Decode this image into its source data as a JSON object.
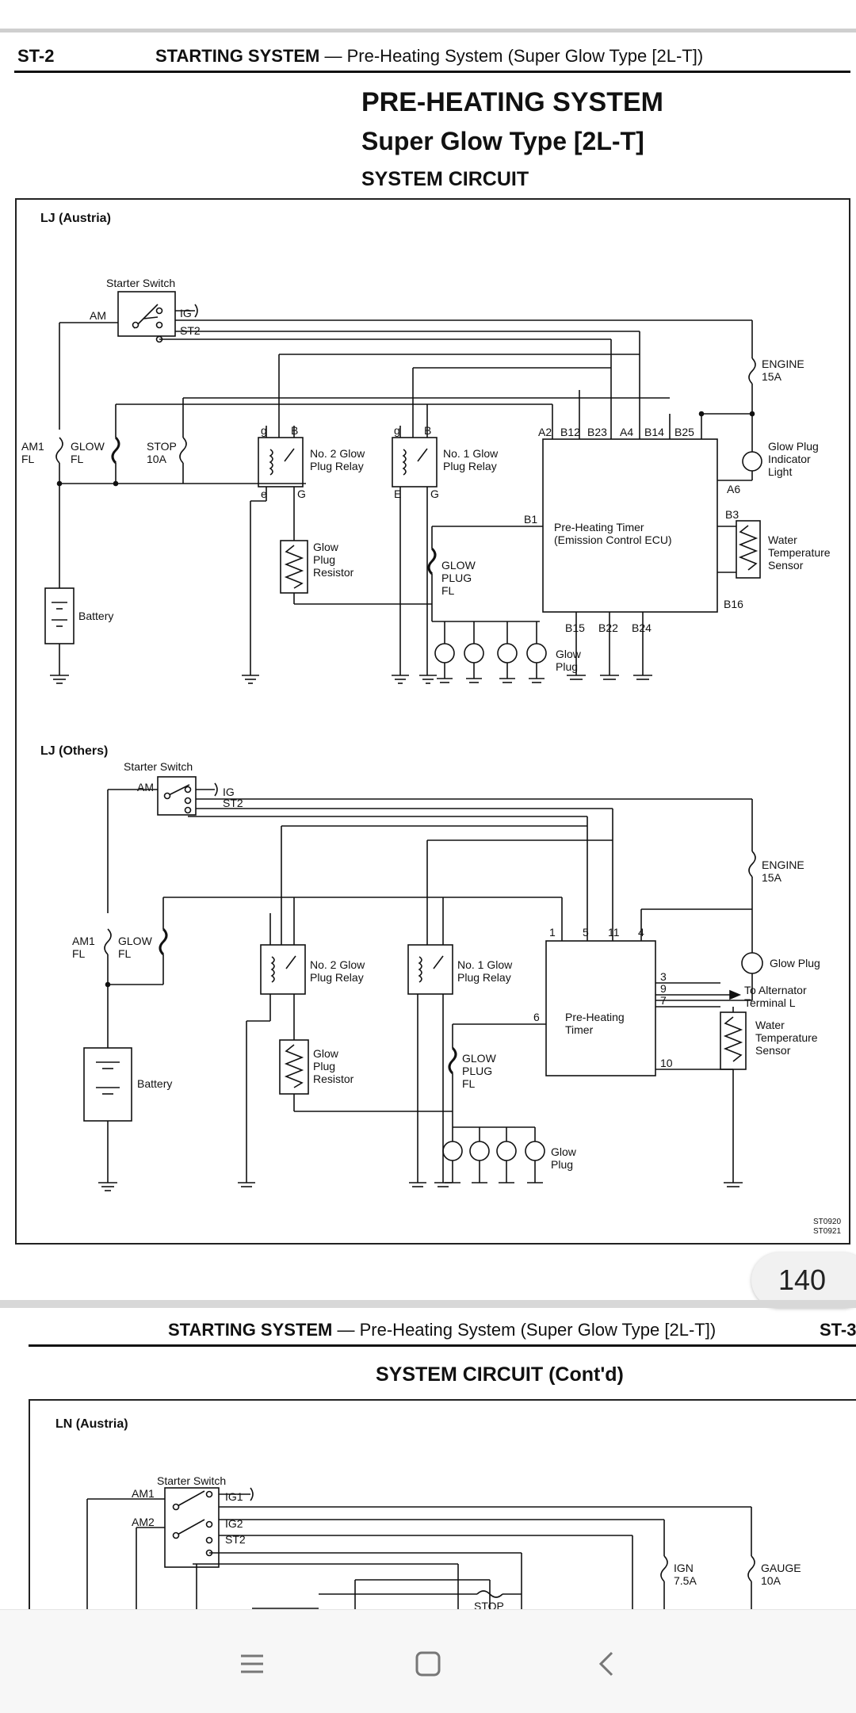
{
  "page1": {
    "page_code": "ST-2",
    "header_bold": "STARTING SYSTEM",
    "header_rest": " — Pre-Heating System (Super Glow Type [2L-T])",
    "title": "PRE-HEATING SYSTEM",
    "subtitle": "Super Glow Type [2L-T]",
    "section": "SYSTEM CIRCUIT",
    "figure_codes": [
      "ST0920",
      "ST0921"
    ]
  },
  "diagram_a": {
    "label": "LJ (Austria)",
    "starter_switch": "Starter Switch",
    "terminals": [
      "AM",
      "IG",
      "ST2"
    ],
    "fuses": {
      "am1": [
        "AM1",
        "FL"
      ],
      "glow": [
        "GLOW",
        "FL"
      ],
      "stop": [
        "STOP",
        "10A"
      ],
      "engine": [
        "ENGINE",
        "15A"
      ],
      "glow_plug_fl": [
        "GLOW",
        "PLUG",
        "FL"
      ]
    },
    "relay2": [
      "No. 2 Glow",
      "Plug Relay"
    ],
    "relay1": [
      "No. 1 Glow",
      "Plug Relay"
    ],
    "relay_pins": [
      "g",
      "B",
      "e",
      "G",
      "E"
    ],
    "resistor": [
      "Glow",
      "Plug",
      "Resistor"
    ],
    "battery": "Battery",
    "ecu": [
      "Pre-Heating Timer",
      "(Emission Control ECU)"
    ],
    "ecu_top_pins": [
      "A2",
      "B12",
      "B23",
      "A4",
      "B14",
      "B25"
    ],
    "ecu_side_pins": [
      "B1",
      "A6",
      "B3",
      "B16"
    ],
    "ecu_bottom_pins": [
      "B15",
      "B22",
      "B24"
    ],
    "indicator": [
      "Glow Plug",
      "Indicator",
      "Light"
    ],
    "sensor": [
      "Water",
      "Temperature",
      "Sensor"
    ],
    "glow_plug": [
      "Glow",
      "Plug"
    ]
  },
  "diagram_b": {
    "label": "LJ (Others)",
    "starter_switch": "Starter Switch",
    "terminals": [
      "AM",
      "IG",
      "ST2"
    ],
    "fuses": {
      "am1": [
        "AM1",
        "FL"
      ],
      "glow": [
        "GLOW",
        "FL"
      ],
      "engine": [
        "ENGINE",
        "15A"
      ],
      "glow_plug_fl": [
        "GLOW",
        "PLUG",
        "FL"
      ]
    },
    "relay2": [
      "No. 2 Glow",
      "Plug Relay"
    ],
    "relay1": [
      "No. 1 Glow",
      "Plug Relay"
    ],
    "resistor": [
      "Glow",
      "Plug",
      "Resistor"
    ],
    "battery": "Battery",
    "timer": [
      "Pre-Heating",
      "Timer"
    ],
    "timer_top_pins": [
      "1",
      "5",
      "11",
      "4"
    ],
    "timer_pins": [
      "6",
      "3",
      "9",
      "7",
      "10"
    ],
    "glow_plug_lamp": "Glow Plug",
    "alternator": [
      "To Alternator",
      "Terminal L"
    ],
    "sensor": [
      "Water",
      "Temperature",
      "Sensor"
    ],
    "glow_plug": [
      "Glow",
      "Plug"
    ]
  },
  "page_number": "140",
  "page2": {
    "header_bold": "STARTING SYSTEM",
    "header_rest": " — Pre-Heating System (Super Glow Type [2L-T])",
    "page_code": "ST-3",
    "section": "SYSTEM CIRCUIT (Cont'd)"
  },
  "diagram_c": {
    "label": "LN (Austria)",
    "starter_switch": "Starter Switch",
    "terminals": [
      "AM1",
      "AM2",
      "IG1",
      "IG2",
      "ST2"
    ],
    "ign_fuse": [
      "IGN",
      "7.5A"
    ],
    "gauge_fuse": [
      "GAUGE",
      "10A"
    ],
    "stop": "STOP"
  },
  "navbar": {
    "items": [
      "menu-icon",
      "home-icon",
      "back-icon"
    ]
  }
}
